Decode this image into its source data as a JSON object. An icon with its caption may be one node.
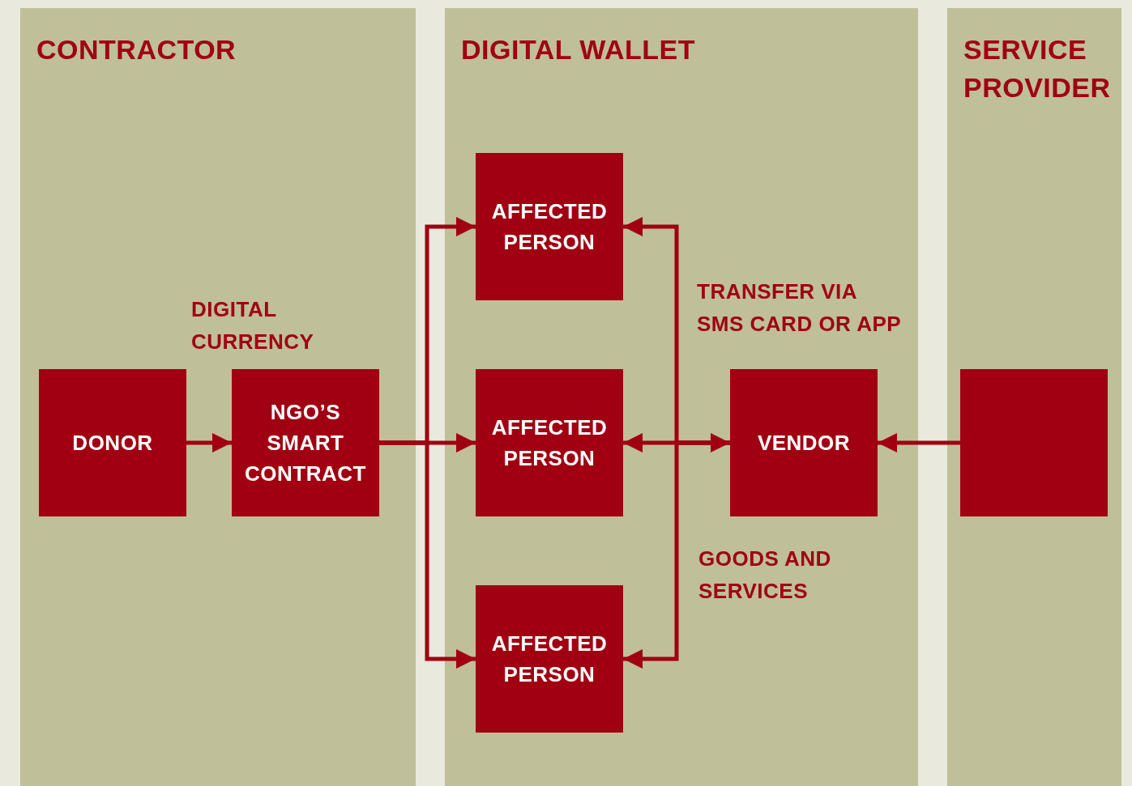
{
  "diagram": {
    "nodes": [
      {
        "text": [
          "CONTRACTOR"
        ]
      },
      {
        "text": [
          "DIGITAL WALLET"
        ]
      },
      {
        "text": [
          "SERVICE PROVIDER"
        ]
      },
      {
        "text": [
          "DONOR"
        ],
        "in": 0
      },
      {
        "text": [
          "NGO’S SMART CONTRACT"
        ],
        "in": 0
      },
      {
        "text": [
          "AFFECTED PERSON"
        ],
        "in": 1
      },
      {
        "text": [
          "AFFECTED PERSON"
        ],
        "in": 1
      },
      {
        "text": [
          "AFFECTED PERSON"
        ],
        "in": 1
      },
      {
        "text": [
          "VENDOR"
        ],
        "in": 1
      },
      {
        "text": [],
        "shape": "box",
        "in": 2
      }
    ],
    "edges": [
      {
        "from": 3,
        "to": 4,
        "arrow": "to"
      },
      {
        "from": 4,
        "to": 5,
        "arrow": "to"
      },
      {
        "from": 4,
        "to": 6,
        "arrow": "to"
      },
      {
        "from": 4,
        "to": 7,
        "arrow": "to"
      },
      {
        "from": 8,
        "to": 5,
        "arrow": "to"
      },
      {
        "from": 6,
        "to": 8,
        "arrow": "both"
      },
      {
        "from": 8,
        "to": 7,
        "arrow": "to"
      },
      {
        "from": 9,
        "to": 8,
        "arrow": "to"
      }
    ],
    "labels": [
      "DIGITAL CURRENCY",
      "TRANSFER VIA SMS CARD OR APP",
      "GOODS AND SERVICES"
    ]
  }
}
